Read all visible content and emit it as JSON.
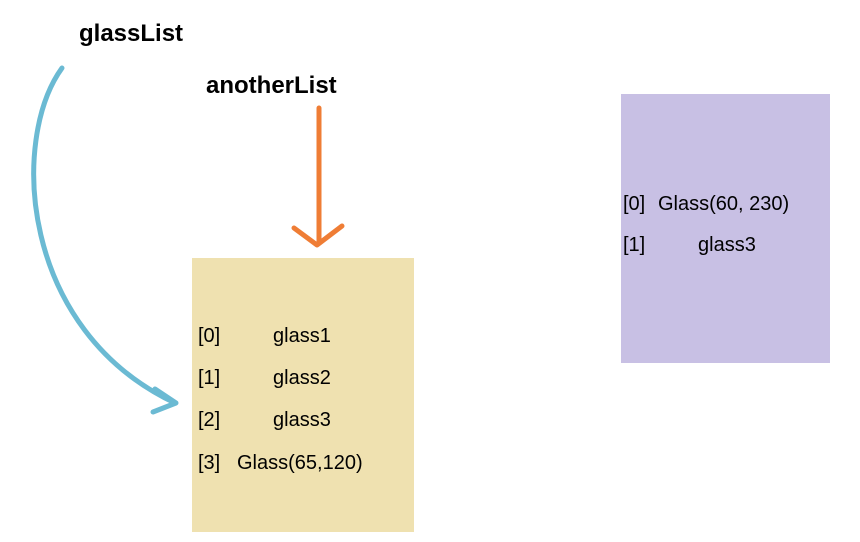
{
  "variables": {
    "glassList": "glassList",
    "anotherList": "anotherList"
  },
  "list_main": {
    "items": [
      {
        "index": "[0]",
        "value": "glass1"
      },
      {
        "index": "[1]",
        "value": "glass2"
      },
      {
        "index": "[2]",
        "value": "glass3"
      },
      {
        "index": "[3]",
        "value": "Glass(65,120)"
      }
    ],
    "color": "#efe1b0"
  },
  "list_other": {
    "items": [
      {
        "index": "[0]",
        "value": "Glass(60, 230)"
      },
      {
        "index": "[1]",
        "value": "glass3"
      }
    ],
    "color": "#c8c0e4"
  },
  "colors": {
    "glassList_arrow": "#6bbad3",
    "anotherList_arrow": "#ef7d35"
  }
}
